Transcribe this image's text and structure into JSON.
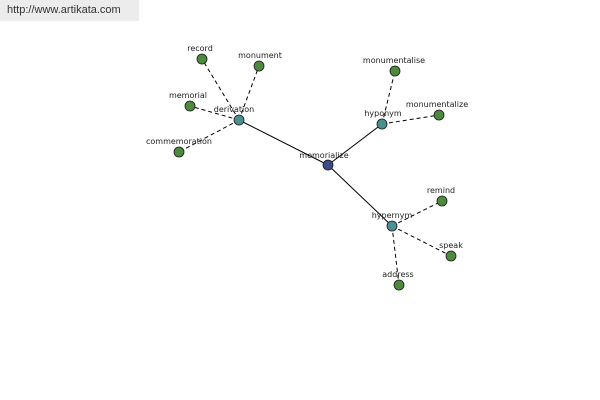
{
  "banner": {
    "url": "http://www.artikata.com"
  },
  "colors": {
    "center_node": "#3d4a8c",
    "relation_node": "#4a9090",
    "leaf_node": "#4e8a3e",
    "edge": "#000000"
  },
  "graph": {
    "center": {
      "id": "memorialize",
      "label": "memorialize"
    },
    "relations": [
      {
        "id": "derivation",
        "label": "derivation"
      },
      {
        "id": "hyponym",
        "label": "hyponym"
      },
      {
        "id": "hypernym",
        "label": "hypernym"
      }
    ],
    "leaves": [
      {
        "id": "record",
        "label": "record",
        "relation": "derivation"
      },
      {
        "id": "monument",
        "label": "monument",
        "relation": "derivation"
      },
      {
        "id": "memorial",
        "label": "memorial",
        "relation": "derivation"
      },
      {
        "id": "commemoration",
        "label": "commemoration",
        "relation": "derivation"
      },
      {
        "id": "monumentalise",
        "label": "monumentalise",
        "relation": "hyponym"
      },
      {
        "id": "monumentalize",
        "label": "monumentalize",
        "relation": "hyponym"
      },
      {
        "id": "remind",
        "label": "remind",
        "relation": "hypernym"
      },
      {
        "id": "speak",
        "label": "speak",
        "relation": "hypernym"
      },
      {
        "id": "address",
        "label": "address",
        "relation": "hypernym"
      }
    ]
  }
}
